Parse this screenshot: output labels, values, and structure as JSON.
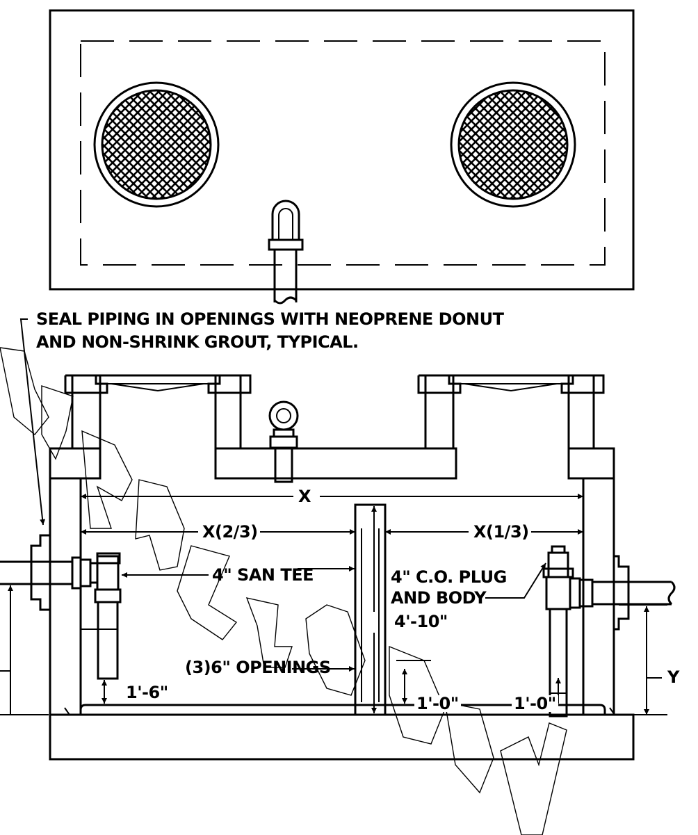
{
  "notes": {
    "seal_line1": "SEAL PIPING IN OPENINGS WITH NEOPRENE DONUT",
    "seal_line2": "AND NON-SHRINK GROUT, TYPICAL.",
    "san_tee": "4\" SAN TEE",
    "co_plug_line1": "4\" C.O. PLUG",
    "co_plug_line2": "AND BODY",
    "openings": "(3)6\" OPENINGS"
  },
  "dimensions": {
    "x_total": "X",
    "x_two_thirds": "X(2/3)",
    "x_one_third": "X(1/3)",
    "baffle_height": "4'-10\"",
    "inlet_drop": "1'-6\"",
    "opening_height": "1'-0\"",
    "outlet_drop": "1'-0\"",
    "outlet_height": "Y"
  },
  "colors": {
    "line": "#000000",
    "hatch_fill": "#000000",
    "background": "#ffffff"
  }
}
